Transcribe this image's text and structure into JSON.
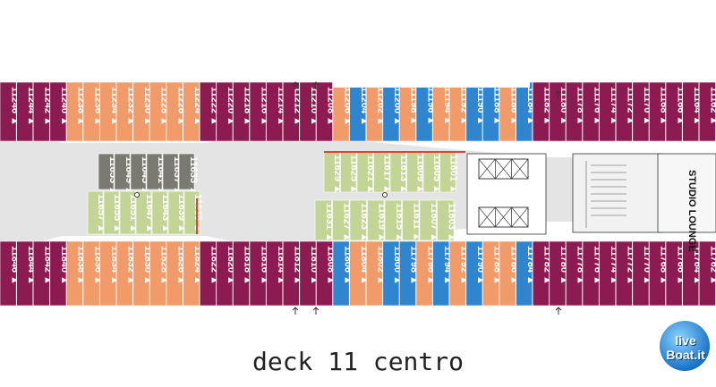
{
  "caption": "deck 11 centro",
  "lounge_label": "STUDIO LOUNGE",
  "logo_text": "live Boat.it",
  "colors": {
    "interior_purple": "#8c1b52",
    "balcony_orange": "#f19a6a",
    "balcony_blue": "#2f86cf",
    "inner_green": "#c2d596",
    "inner_gray": "#7a7a72",
    "corridor": "#e4e4e4",
    "stairs": "#f2f2f2"
  },
  "icons": [
    "accessible-icon",
    "plus-cross-icon",
    "elevator-cross-icon",
    "stairs-icon"
  ],
  "top_row": [
    [
      "11246",
      "p"
    ],
    [
      "11244",
      "p"
    ],
    [
      "11242",
      "p"
    ],
    [
      "11240",
      "p"
    ],
    [
      "11238",
      "o"
    ],
    [
      "11236",
      "o"
    ],
    [
      "11234",
      "o"
    ],
    [
      "11232",
      "o"
    ],
    [
      "11230",
      "o"
    ],
    [
      "11228",
      "o"
    ],
    [
      "11226",
      "o"
    ],
    [
      "11224",
      "o"
    ],
    [
      "11222",
      "p"
    ],
    [
      "11220",
      "p"
    ],
    [
      "11218",
      "p"
    ],
    [
      "11216",
      "p"
    ],
    [
      "11214",
      "p"
    ],
    [
      "11212",
      "p"
    ],
    [
      "11210",
      "p"
    ],
    [
      "11208",
      "p"
    ],
    [
      "11206",
      "o"
    ],
    [
      "11204",
      "b"
    ],
    [
      "11202",
      "o"
    ],
    [
      "11200",
      "b"
    ],
    [
      "11198",
      "o"
    ],
    [
      "11196",
      "b"
    ],
    [
      "11194",
      "o"
    ],
    [
      "11192",
      "o"
    ],
    [
      "11190",
      "b"
    ],
    [
      "11188",
      "b"
    ],
    [
      "11186",
      "o"
    ],
    [
      "11184",
      "b"
    ],
    [
      "11182",
      "p"
    ],
    [
      "11180",
      "p"
    ],
    [
      "11178",
      "p"
    ],
    [
      "11176",
      "p"
    ],
    [
      "11174",
      "p"
    ],
    [
      "11172",
      "p"
    ],
    [
      "11170",
      "p"
    ],
    [
      "11168",
      "p"
    ],
    [
      "11166",
      "p"
    ],
    [
      "11164",
      "p"
    ],
    [
      "11162",
      "p"
    ]
  ],
  "bottom_row": [
    [
      "11846",
      "p"
    ],
    [
      "11844",
      "p"
    ],
    [
      "11842",
      "p"
    ],
    [
      "11840",
      "p"
    ],
    [
      "11838",
      "o"
    ],
    [
      "11836",
      "o"
    ],
    [
      "11834",
      "o"
    ],
    [
      "11832",
      "o"
    ],
    [
      "11830",
      "o"
    ],
    [
      "11828",
      "o"
    ],
    [
      "11826",
      "o"
    ],
    [
      "11824",
      "o"
    ],
    [
      "11822",
      "p"
    ],
    [
      "11820",
      "p"
    ],
    [
      "11818",
      "p"
    ],
    [
      "11816",
      "p"
    ],
    [
      "11814",
      "p"
    ],
    [
      "11812",
      "p"
    ],
    [
      "11810",
      "p"
    ],
    [
      "11808",
      "p"
    ],
    [
      "11806",
      "b"
    ],
    [
      "11804",
      "o"
    ],
    [
      "11802",
      "o"
    ],
    [
      "11800",
      "b"
    ],
    [
      "11798",
      "b"
    ],
    [
      "11796",
      "o"
    ],
    [
      "11794",
      "b"
    ],
    [
      "11792",
      "o"
    ],
    [
      "11790",
      "b"
    ],
    [
      "11788",
      "o"
    ],
    [
      "11786",
      "o"
    ],
    [
      "11784",
      "b"
    ],
    [
      "11782",
      "p"
    ],
    [
      "11780",
      "p"
    ],
    [
      "11778",
      "p"
    ],
    [
      "11776",
      "p"
    ],
    [
      "11774",
      "p"
    ],
    [
      "11772",
      "p"
    ],
    [
      "11770",
      "p"
    ],
    [
      "11768",
      "p"
    ],
    [
      "11766",
      "p"
    ],
    [
      "11764",
      "p"
    ],
    [
      "11762",
      "p"
    ]
  ],
  "inner_gray": [
    "11653",
    "11649",
    "11645",
    "11641",
    "11637",
    "11633"
  ],
  "inner_green_a": [
    "11657",
    "11655",
    "11651",
    "11647",
    "11643",
    "11639",
    "11635"
  ],
  "inner_green_b_top": [
    "11629",
    "11625",
    "11621",
    "11617",
    "11613",
    "11609",
    "11605",
    "11601"
  ],
  "inner_green_b_bot": [
    "11631",
    "11627",
    "11623",
    "11619",
    "11615",
    "11611",
    "11607",
    "11603"
  ]
}
